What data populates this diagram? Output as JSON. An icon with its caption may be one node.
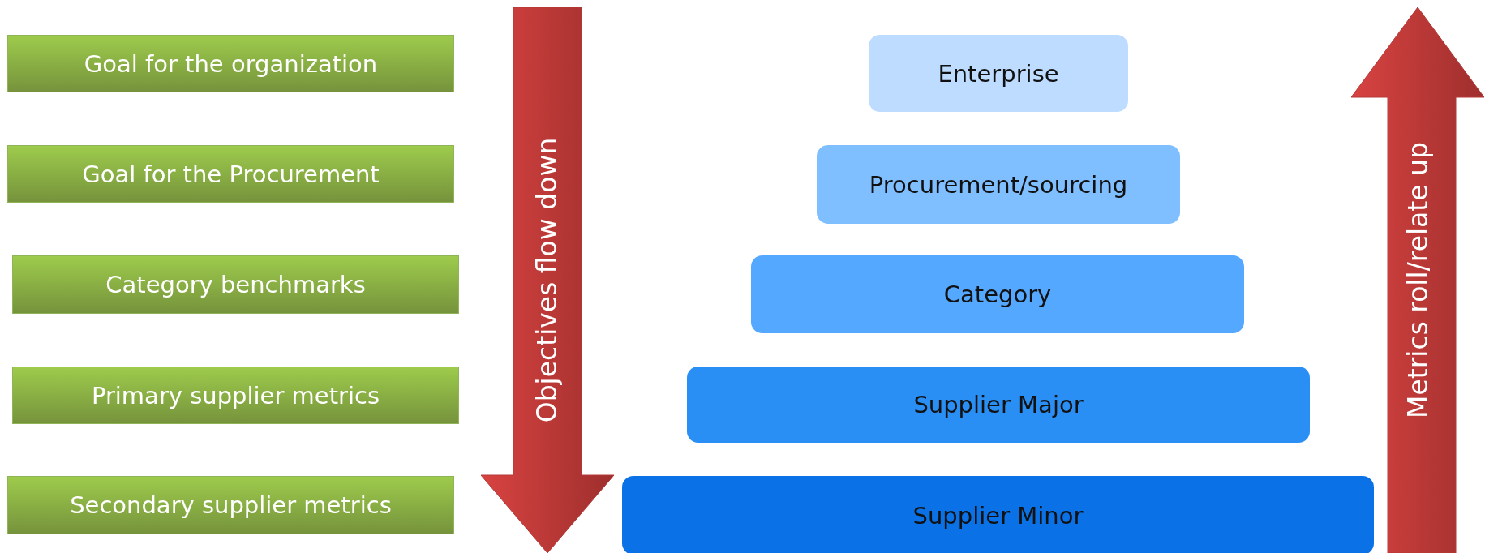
{
  "diagram": {
    "nodes": [
      {
        "text": [
          "Goal for the organization"
        ]
      },
      {
        "text": [
          "Goal for the Procurement"
        ]
      },
      {
        "text": [
          "Category benchmarks"
        ]
      },
      {
        "text": [
          "Primary supplier metrics"
        ]
      },
      {
        "text": [
          "Secondary supplier metrics"
        ]
      },
      {
        "text": [
          "Objectives flow down"
        ]
      },
      {
        "text": [
          "Enterprise"
        ]
      },
      {
        "text": [
          "Procurement/sourcing"
        ]
      },
      {
        "text": [
          "Category"
        ]
      },
      {
        "text": [
          "Supplier Major"
        ]
      },
      {
        "text": [
          "Supplier Minor"
        ]
      },
      {
        "text": [
          "Metrics roll/relate up"
        ]
      }
    ]
  }
}
